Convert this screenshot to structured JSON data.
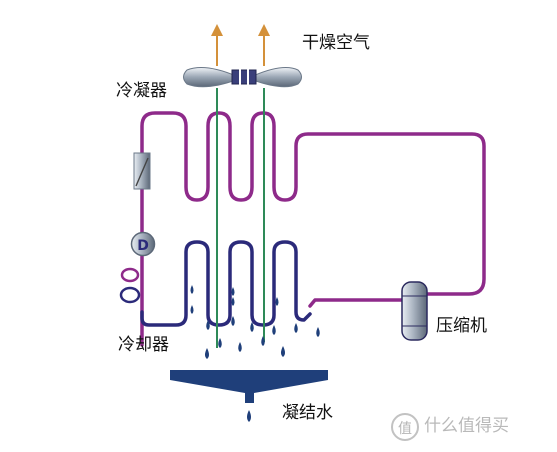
{
  "labels": {
    "dry_air": "干燥空气",
    "condenser": "冷凝器",
    "cooler": "冷却器",
    "compressor": "压缩机",
    "condensate": "凝结水",
    "valve_mark": "D"
  },
  "watermark": {
    "text": "什么值得买",
    "logo_char": "值"
  },
  "colors": {
    "purple_pipe": "#8e2a8a",
    "navy_pipe": "#2b2a7a",
    "airflow_line": "#2e8a58",
    "arrow": "#d4913a",
    "droplet": "#1f3f7a",
    "tray": "#1f3f7a",
    "metal": "#8a96a6"
  },
  "icons": [
    "fan-icon",
    "valve-icon",
    "compressor-icon",
    "droplet-icon",
    "watermark-logo-icon"
  ]
}
